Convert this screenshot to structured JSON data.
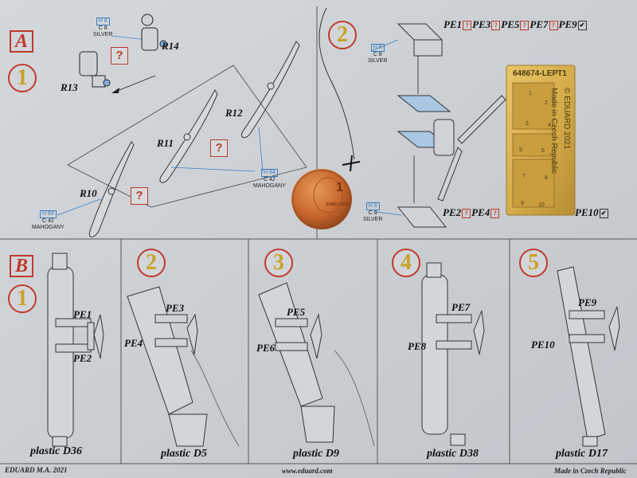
{
  "sections": {
    "A": {
      "letter": "A",
      "steps": [
        {
          "number": "1"
        },
        {
          "number": "2"
        }
      ]
    },
    "B": {
      "letter": "B",
      "steps": [
        {
          "number": "1"
        },
        {
          "number": "2"
        },
        {
          "number": "3"
        },
        {
          "number": "4"
        },
        {
          "number": "5"
        }
      ]
    }
  },
  "part_labels": {
    "r10": "R10",
    "r11": "R11",
    "r12": "R12",
    "r13": "R13",
    "r14": "R14"
  },
  "question_mark": "?",
  "paint_codes": {
    "silver": {
      "h": "H 8",
      "c": "C 8",
      "name": "SILVER"
    },
    "mahogany": {
      "h": "H 84",
      "c": "C 42",
      "name": "MAHOGANY"
    }
  },
  "pe_list_top": [
    "PE1",
    "PE3",
    "PE5",
    "PE7",
    "PE9"
  ],
  "pe_list_bottom": [
    "PE2",
    "PE4",
    "PE10"
  ],
  "check_mark": "✔",
  "brass_fret": {
    "code": "648674-LEPT1",
    "copyright": "© EDUARD 2021",
    "made_in": "Made in Czech Republic",
    "numbers": [
      "1",
      "2",
      "3",
      "4",
      "5",
      "6",
      "7",
      "8",
      "9",
      "10"
    ]
  },
  "coin": {
    "value": "1",
    "unit": "EURO CENT"
  },
  "b_labels": {
    "pe1": "PE1",
    "pe2": "PE2",
    "pe3": "PE3",
    "pe4": "PE4",
    "pe5": "PE5",
    "pe6": "PE6",
    "pe7": "PE7",
    "pe8": "PE8",
    "pe9": "PE9",
    "pe10": "PE10"
  },
  "plastic_labels": [
    "plastic D36",
    "plastic D5",
    "plastic D9",
    "plastic D38",
    "plastic D17"
  ],
  "footer": {
    "left": "EDUARD  M.A. 2021",
    "center": "www.eduard.com",
    "right": "Made in Czech Republic"
  }
}
